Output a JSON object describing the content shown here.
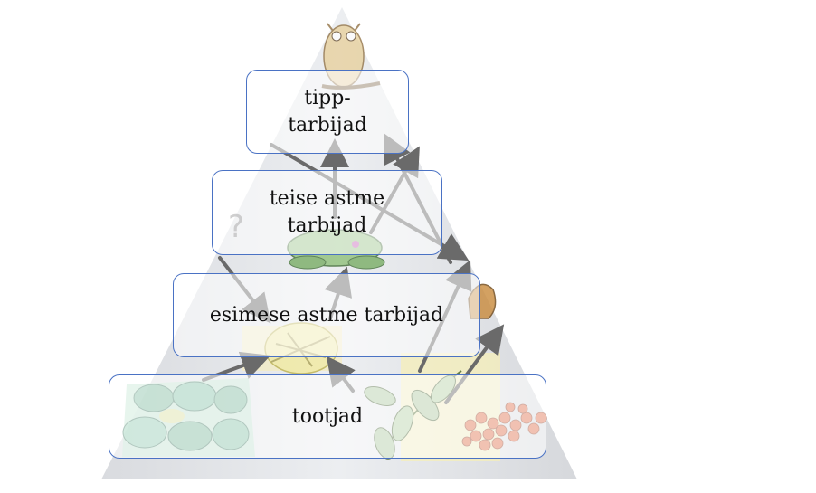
{
  "pyramid": {
    "levels": [
      {
        "id": "apex",
        "label": "tipp-\ntarbijad",
        "label_line1": "tipp-",
        "label_line2": "tarbijad"
      },
      {
        "id": "second",
        "label_line1": "teise astme",
        "label_line2": "tarbijad"
      },
      {
        "id": "first",
        "label": "esimese astme tarbijad"
      },
      {
        "id": "producers",
        "label": "tootjad"
      }
    ],
    "colors": {
      "pyramid_fill": "#e4e6ea",
      "box_border": "#4a72c4",
      "arrow": "#6a6a6a"
    },
    "organisms": [
      "owl-icon",
      "frog-icon",
      "grasshopper-icon",
      "squirrel-icon",
      "leaves-icon",
      "rowan-berries-icon"
    ]
  }
}
